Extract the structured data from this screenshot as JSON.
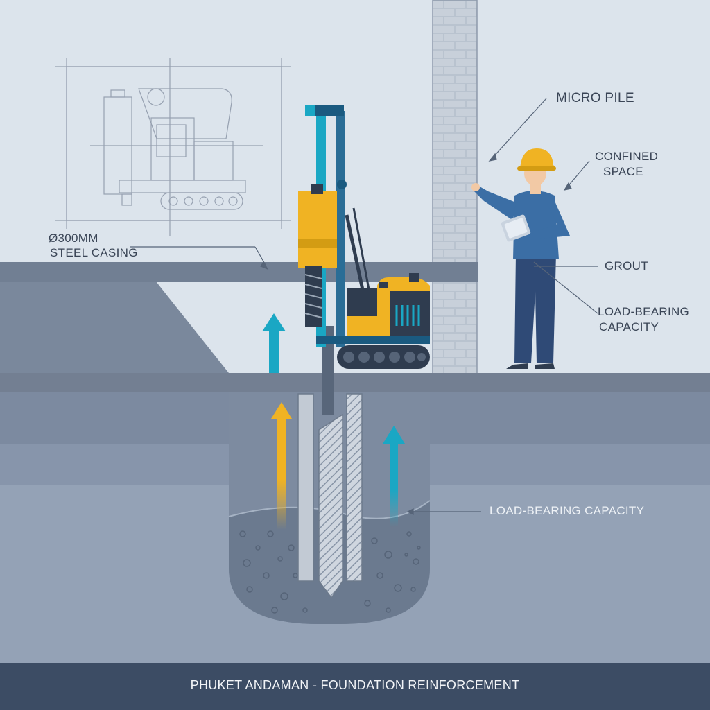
{
  "labels": {
    "casing_line1": "Ø300MM",
    "casing_line2": "STEEL CASING",
    "micro_pile": "MICRO PILE",
    "confined_line1": "CONFINED",
    "confined_line2": "SPACE",
    "grout": "GROUT",
    "load_bearing_line1": "LOAD-BEARING",
    "load_bearing_line2": "CAPACITY",
    "load_bearing_lower": "LOAD-BEARING CAPACITY"
  },
  "footer": {
    "title": "PHUKET ANDAMAN - FOUNDATION REINFORCEMENT"
  },
  "colors": {
    "sky": "#dce4ec",
    "ground_dark": "#6e7d92",
    "ground_mid": "#7d8ca1",
    "soil_lower": "#90a0b4",
    "rock": "#5d6b7e",
    "accent_yellow": "#f0b323",
    "accent_cyan": "#1aa7c4",
    "rig_blue": "#2a6d96",
    "worker_shirt": "#3b6ea5",
    "worker_pants": "#2f4a76",
    "footer": "#3c4c64"
  }
}
